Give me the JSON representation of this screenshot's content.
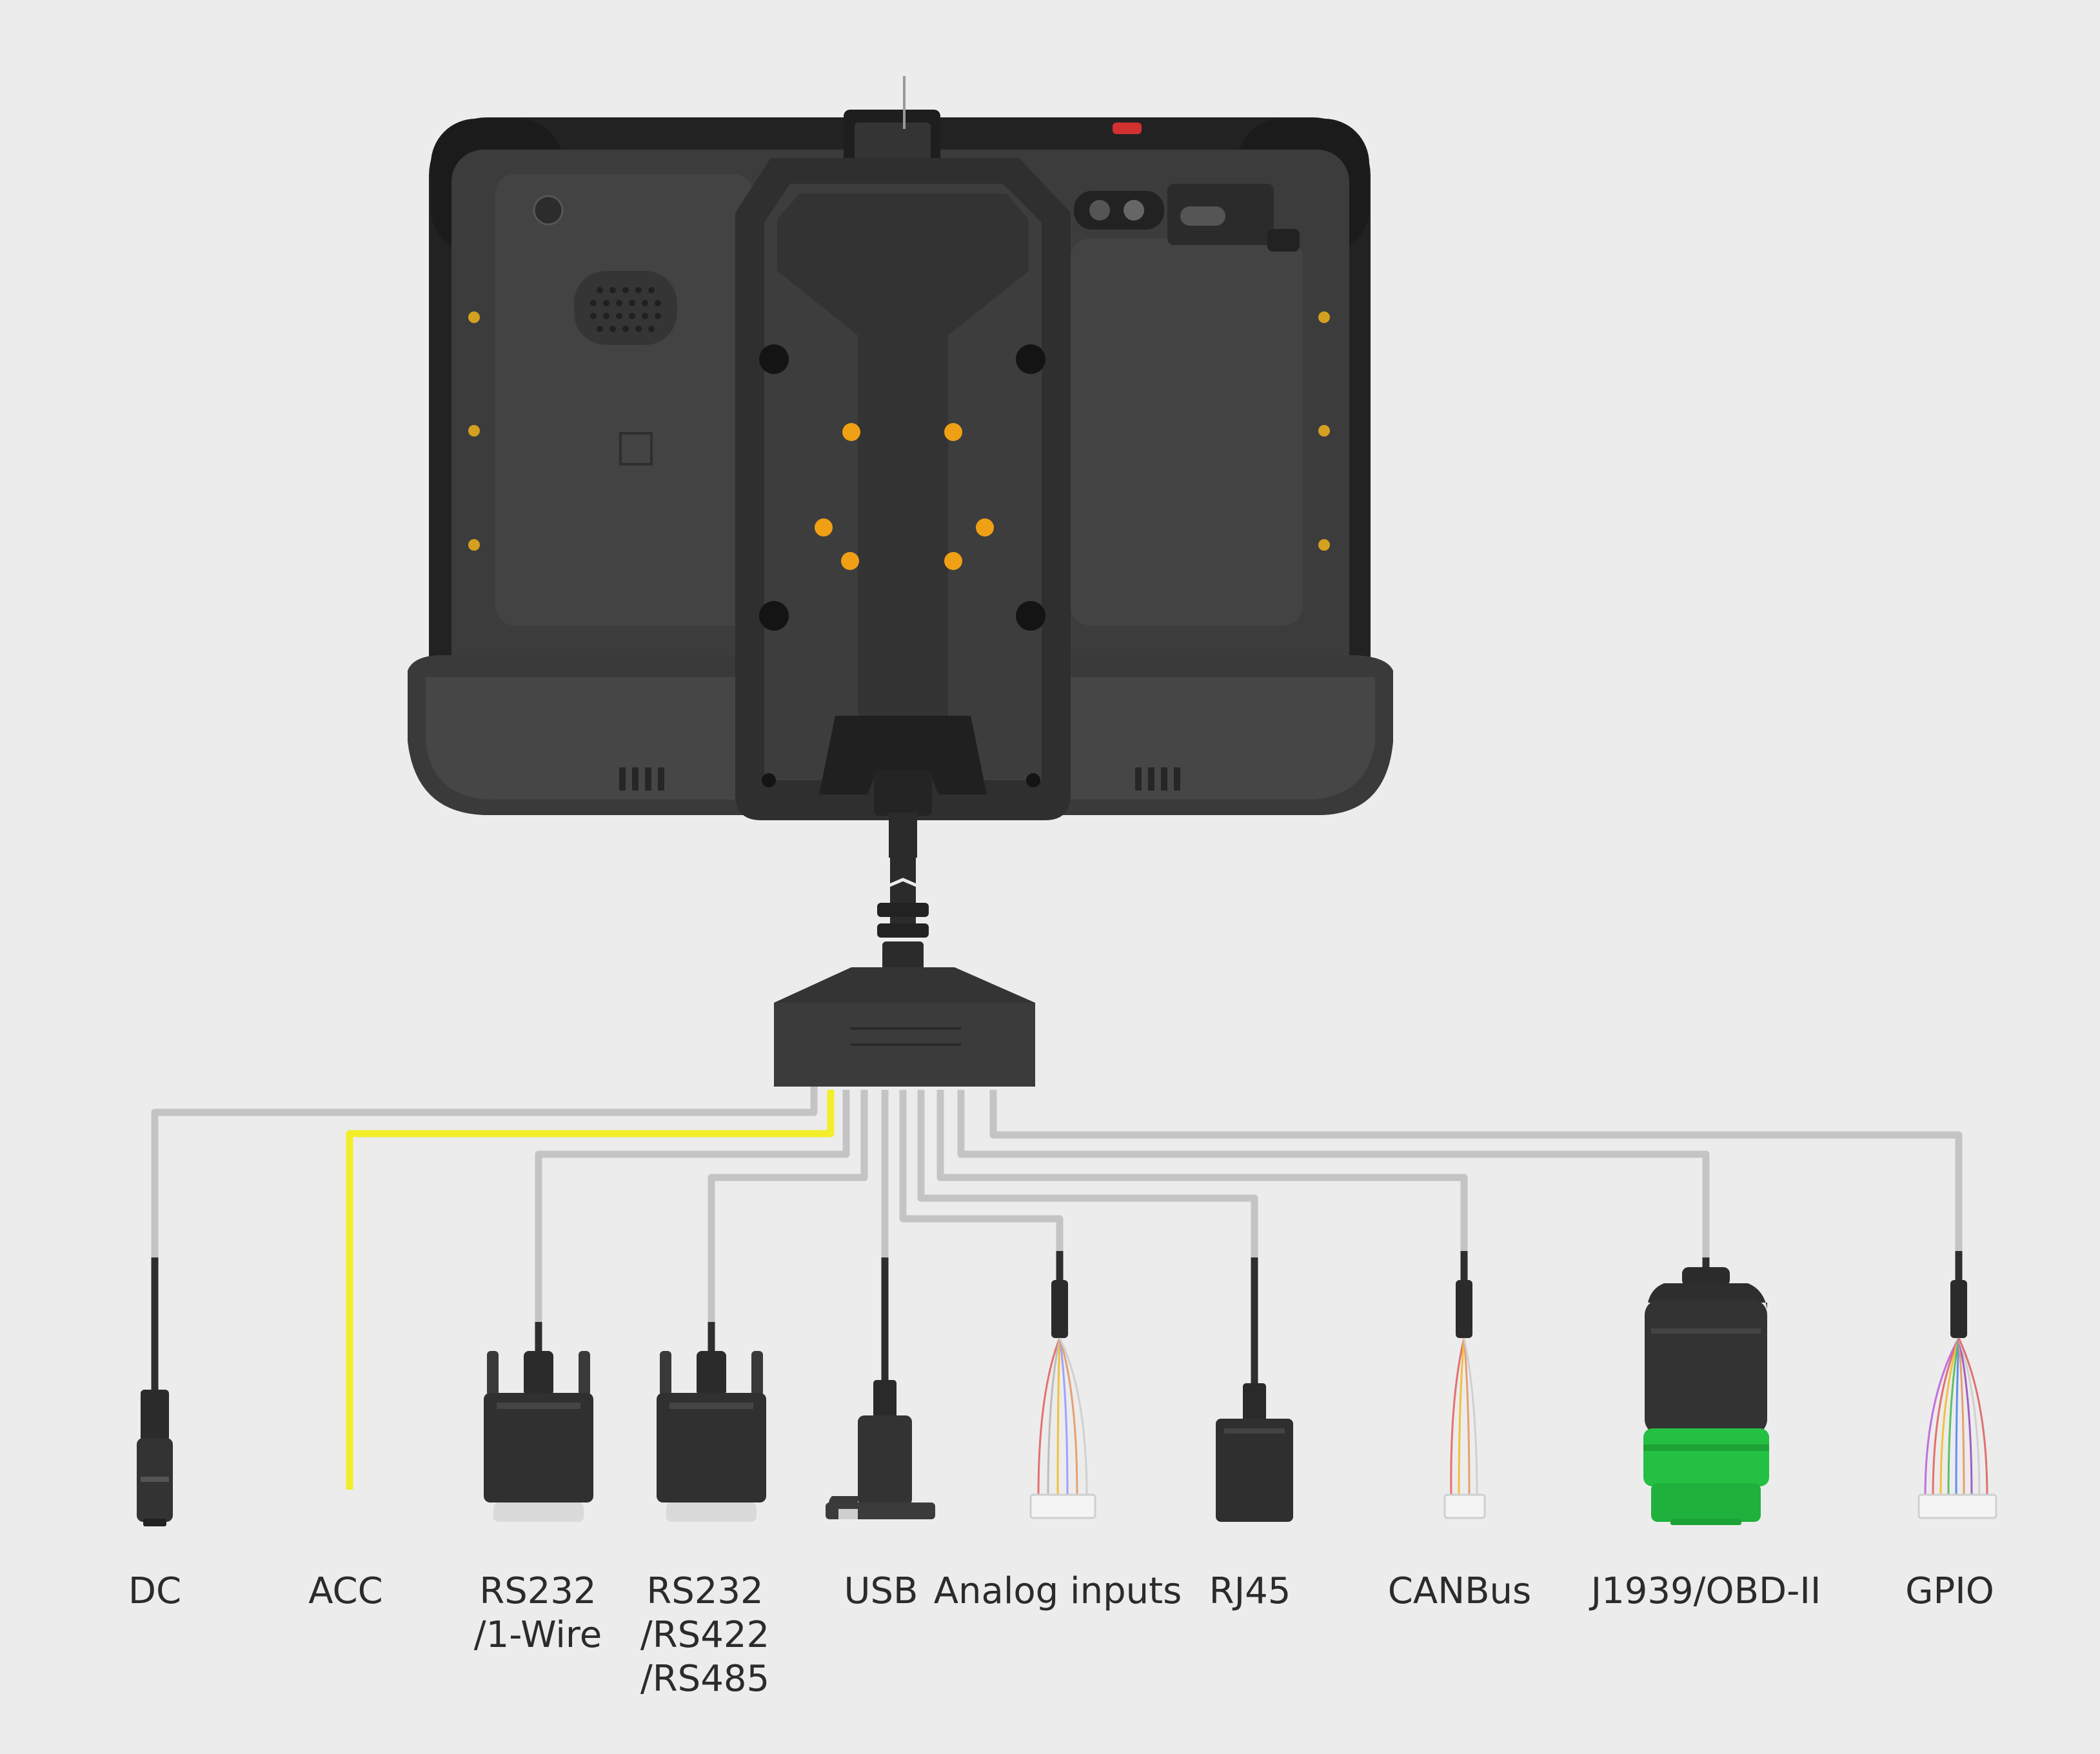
{
  "colors": {
    "background": "#ececec",
    "cable_gray": "#c4c4c4",
    "cable_acc": "#f2ee2a",
    "cable_dark": "#2e2e2e",
    "device_body": "#3b3b3c",
    "device_dark": "#262627",
    "pogo_pin": "#f0a015",
    "obd_green": "#23c043",
    "label_text": "#2b2b2b"
  },
  "connectors": [
    {
      "id": "dc",
      "label_lines": [
        "DC"
      ]
    },
    {
      "id": "acc",
      "label_lines": [
        "ACC"
      ]
    },
    {
      "id": "rs232-1wire",
      "label_lines": [
        "RS232",
        "/1-Wire"
      ]
    },
    {
      "id": "rs232-rs422-rs485",
      "label_lines": [
        "RS232",
        "/RS422",
        "/RS485"
      ]
    },
    {
      "id": "usb",
      "label_lines": [
        "USB"
      ]
    },
    {
      "id": "analog-inputs",
      "label_lines": [
        "Analog inputs"
      ]
    },
    {
      "id": "rj45",
      "label_lines": [
        "RJ45"
      ]
    },
    {
      "id": "canbus",
      "label_lines": [
        "CANBus"
      ]
    },
    {
      "id": "j1939-obd2",
      "label_lines": [
        "J1939/OBD-II"
      ]
    },
    {
      "id": "gpio",
      "label_lines": [
        "GPIO"
      ]
    }
  ]
}
